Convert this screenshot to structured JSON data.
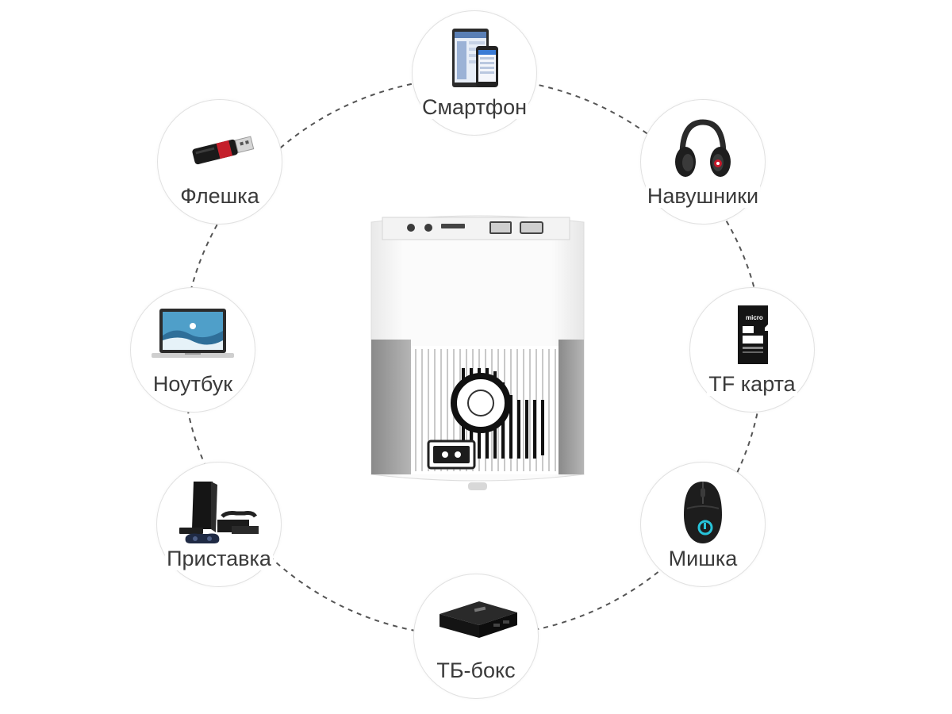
{
  "center": {
    "icon": "projector-back-panel-icon"
  },
  "devices": [
    {
      "id": "smartphone",
      "label": "Смартфон",
      "icon": "smartphone-tablet-icon"
    },
    {
      "id": "headphones",
      "label": "Навушники",
      "icon": "headphones-icon"
    },
    {
      "id": "tf-card",
      "label": "TF карта",
      "icon": "microsd-card-icon"
    },
    {
      "id": "mouse",
      "label": "Мишка",
      "icon": "mouse-icon"
    },
    {
      "id": "tv-box",
      "label": "ТБ-бокс",
      "icon": "tv-box-icon"
    },
    {
      "id": "console",
      "label": "Приставка",
      "icon": "game-console-icon"
    },
    {
      "id": "laptop",
      "label": "Ноутбук",
      "icon": "laptop-icon"
    },
    {
      "id": "usb-flash",
      "label": "Флешка",
      "icon": "usb-flash-drive-icon"
    }
  ],
  "colors": {
    "ring": "#555555",
    "label": "#3a3a3a",
    "node_border": "#e1e1e1"
  }
}
